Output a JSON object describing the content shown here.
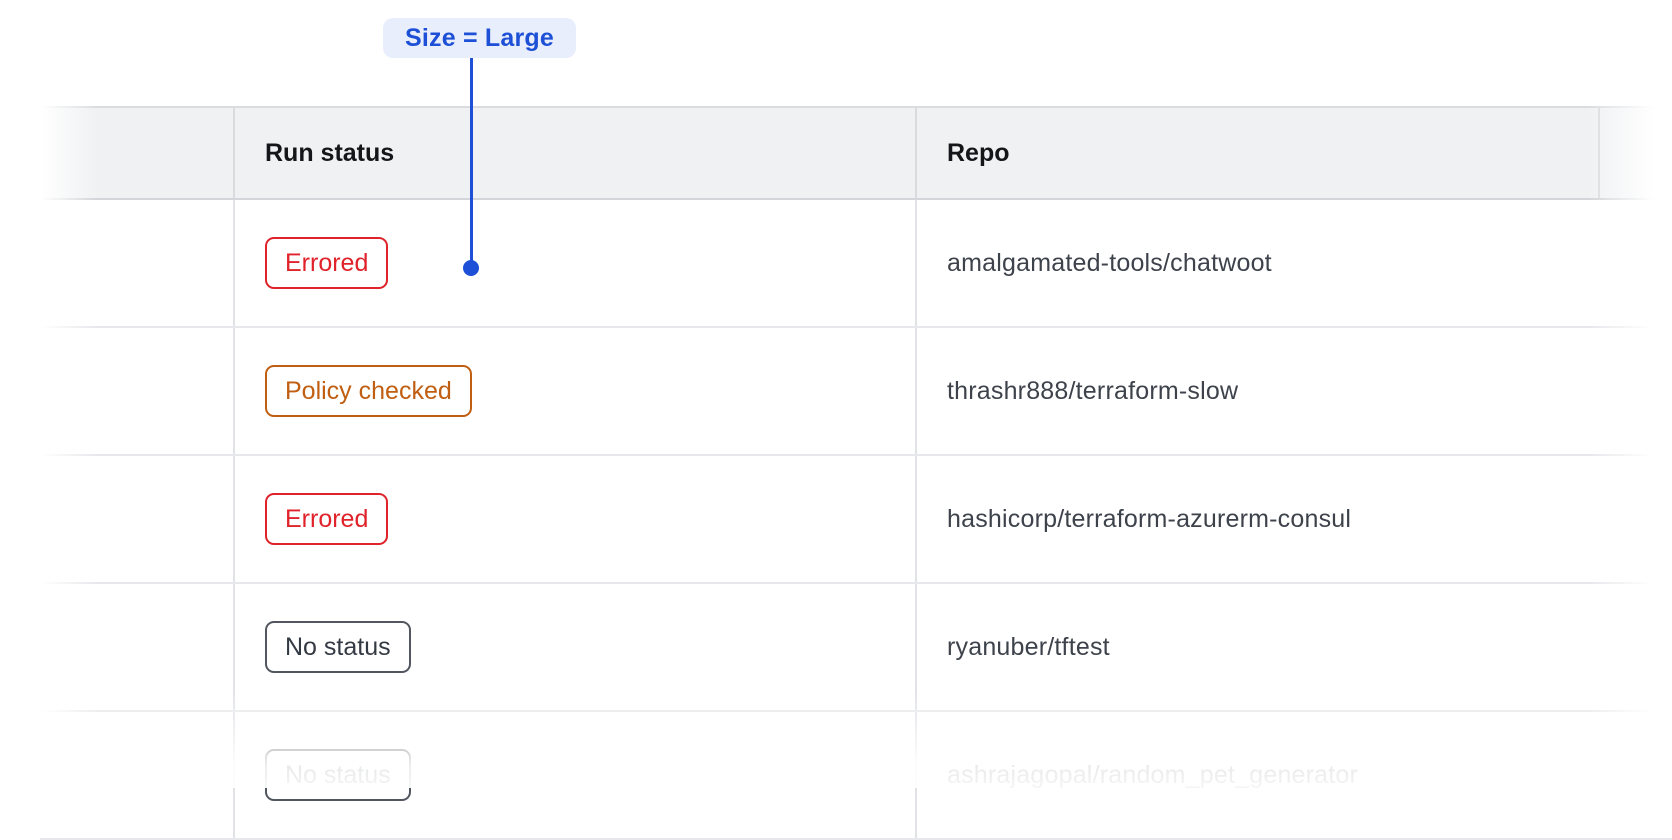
{
  "annotation": {
    "label": "Size = Large"
  },
  "table": {
    "columns": {
      "run_status": "Run status",
      "repo": "Repo"
    },
    "rows": [
      {
        "status": "Errored",
        "status_variant": "errored",
        "repo": "amalgamated-tools/chatwoot"
      },
      {
        "status": "Policy checked",
        "status_variant": "policy-checked",
        "repo": "thrashr888/terraform-slow"
      },
      {
        "status": "Errored",
        "status_variant": "errored",
        "repo": "hashicorp/terraform-azurerm-consul"
      },
      {
        "status": "No status",
        "status_variant": "no-status",
        "repo": "ryanuber/tftest"
      },
      {
        "status": "No status",
        "status_variant": "no-status",
        "repo": "ashrajagopal/random_pet_generator",
        "faded": true
      }
    ]
  },
  "colors": {
    "annotation_blue": "#1d50d6",
    "annotation_bg": "#e8eefc",
    "errored": "#e0222a",
    "policy_checked": "#c05e12",
    "no_status_border": "#51565f",
    "no_status_text": "#343a43",
    "header_bg": "#f0f1f3",
    "header_text": "#14161a",
    "repo_text": "#3d424b",
    "row_divider": "#e6e8eb",
    "header_divider": "#d2d5d9"
  }
}
